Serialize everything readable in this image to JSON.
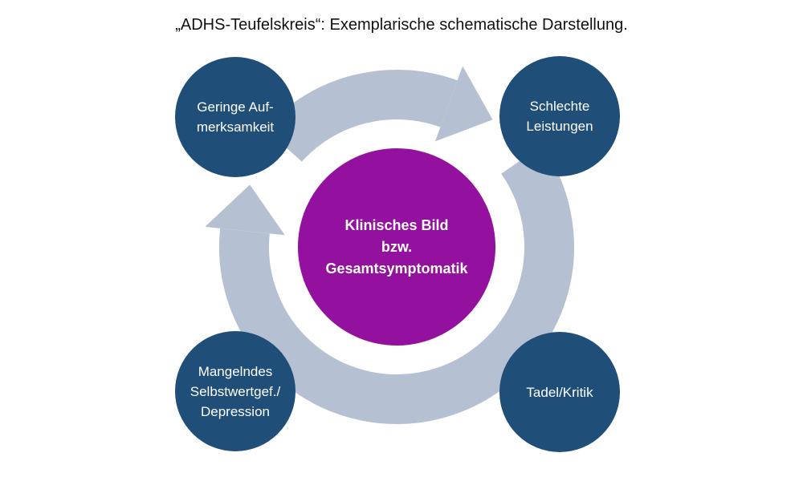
{
  "title": {
    "text": "„ADHS-Teufelskreis“: Exemplarische schematische Darstellung."
  },
  "diagram": {
    "type": "cycle",
    "flow_direction": "clockwise",
    "arrow_count": 2,
    "center": {
      "lines": [
        "Klinisches Bild",
        "bzw.",
        "Gesamtsymptomatik"
      ]
    },
    "nodes": {
      "top_left": {
        "lines": [
          "Geringe Auf-",
          "merksamkeit"
        ]
      },
      "top_right": {
        "lines": [
          "Schlechte",
          "Leistungen"
        ]
      },
      "bottom_left": {
        "lines": [
          "Mangelndes",
          "Selbstwertgef./",
          "Depression"
        ]
      },
      "bottom_right": {
        "lines": [
          "Tadel/Kritik"
        ]
      }
    }
  },
  "colors": {
    "background": "#ffffff",
    "title_color": "#111111",
    "arrow": "#b5c0d2",
    "node_fill": "#1f4e79",
    "center_fill": "#94109e",
    "label_color": "#ffffff"
  }
}
